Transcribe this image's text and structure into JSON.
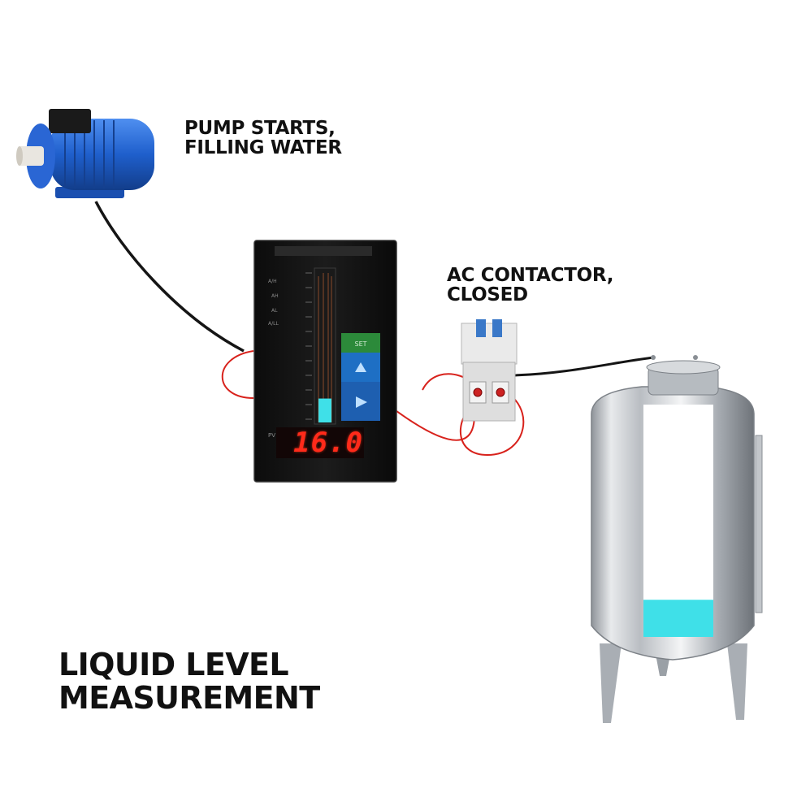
{
  "labels": {
    "pump_line1": "PUMP STARTS,",
    "pump_line2": "FILLING WATER",
    "contactor_line1": "AC CONTACTOR,",
    "contactor_line2": "CLOSED",
    "title_line1": "LIQUID LEVEL",
    "title_line2": "MEASUREMENT"
  },
  "controller": {
    "pv_value": "16.0",
    "bar_level_fraction": 0.16,
    "set_button": "SET"
  },
  "tank": {
    "fill_level_fraction": 0.16
  },
  "colors": {
    "liquid": "#3fe0e8",
    "pump_body": "#1e5bc6",
    "display_red": "#ff2a1a",
    "button_green": "#2c8a3a",
    "button_blue": "#1e6fc4",
    "wire_red": "#d8221c",
    "wire_black": "#151515",
    "steel": "#c9ccd0"
  },
  "icons": [
    "pump-motor-icon",
    "level-controller-icon",
    "ac-contactor-icon",
    "storage-tank-icon"
  ]
}
